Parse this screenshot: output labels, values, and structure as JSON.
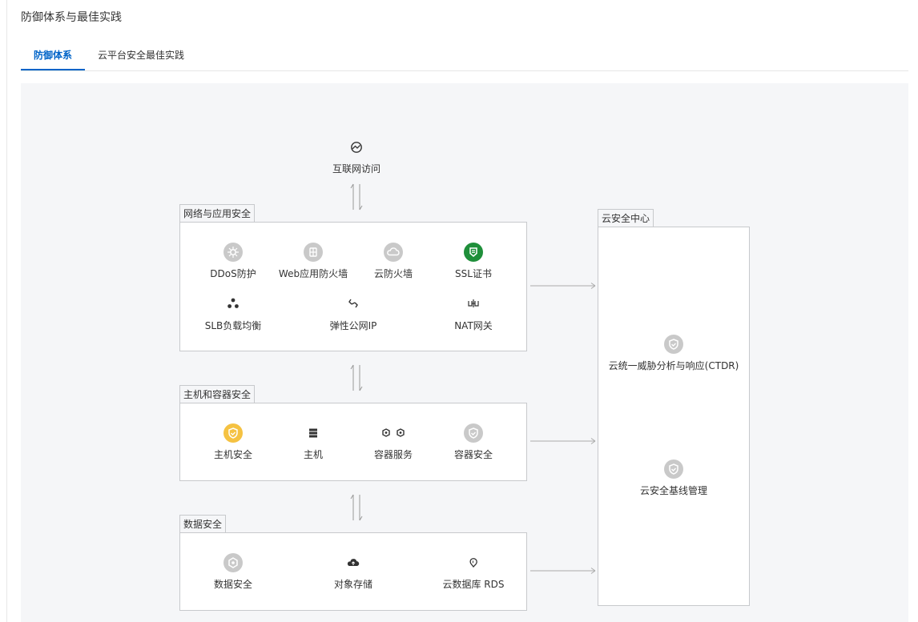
{
  "page": {
    "title": "防御体系与最佳实践"
  },
  "tabs": [
    {
      "label": "防御体系",
      "active": true
    },
    {
      "label": "云平台安全最佳实践",
      "active": false
    }
  ],
  "internet": {
    "label": "互联网访问",
    "icon": "globe-icon"
  },
  "groups": {
    "network": {
      "title": "网络与应用安全",
      "nodes": [
        {
          "label": "DDoS防护",
          "icon": "ddos-icon"
        },
        {
          "label": "Web应用防火墙",
          "icon": "waf-icon"
        },
        {
          "label": "云防火墙",
          "icon": "cloud-firewall-icon"
        },
        {
          "label": "SSL证书",
          "icon": "ssl-certificate-icon",
          "color": "#1f8f3a"
        },
        {
          "label": "SLB负载均衡",
          "icon": "slb-icon"
        },
        {
          "label": "弹性公网IP",
          "icon": "eip-icon"
        },
        {
          "label": "NAT网关",
          "icon": "nat-gateway-icon"
        }
      ]
    },
    "host": {
      "title": "主机和容器安全",
      "nodes": [
        {
          "label": "主机安全",
          "icon": "host-security-icon",
          "color": "#f5c242"
        },
        {
          "label": "主机",
          "icon": "server-icon"
        },
        {
          "label": "容器服务",
          "icon": "container-service-icon"
        },
        {
          "label": "容器安全",
          "icon": "container-security-icon"
        }
      ]
    },
    "data": {
      "title": "数据安全",
      "nodes": [
        {
          "label": "数据安全",
          "icon": "data-security-icon"
        },
        {
          "label": "对象存储",
          "icon": "object-storage-icon"
        },
        {
          "label": "云数据库 RDS",
          "icon": "rds-icon"
        }
      ]
    },
    "center": {
      "title": "云安全中心",
      "nodes": [
        {
          "label": "云统一威胁分析与响应(CTDR)",
          "icon": "ctdr-shield-icon"
        },
        {
          "label": "云安全基线管理",
          "icon": "baseline-shield-icon"
        }
      ]
    }
  },
  "colors": {
    "accent": "#0064c8",
    "icon_gray": "#c9c9c9",
    "border": "#c7c9cc",
    "canvas": "#f5f6f8"
  }
}
